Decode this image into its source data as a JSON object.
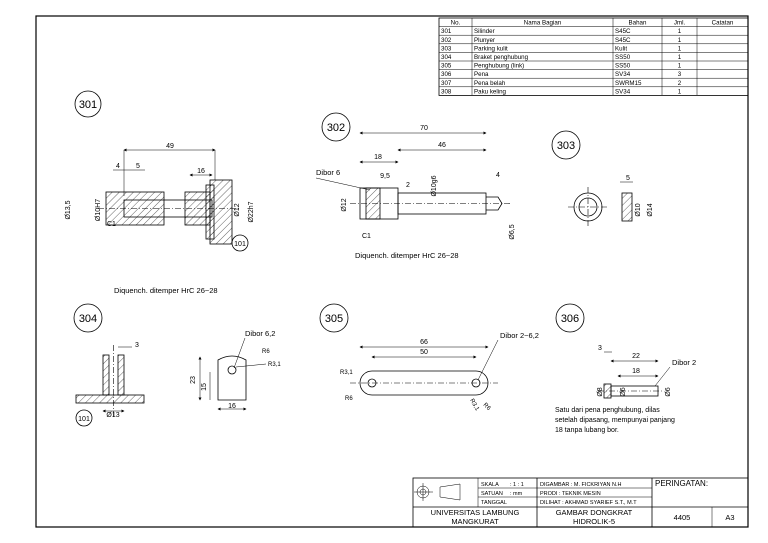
{
  "parts_table": {
    "headers": [
      "No.",
      "Nama Bagian",
      "Bahan",
      "Jml.",
      "Catatan"
    ],
    "rows": [
      [
        "301",
        "Silinder",
        "S45C",
        "1",
        ""
      ],
      [
        "302",
        "Plunyer",
        "S45C",
        "1",
        ""
      ],
      [
        "303",
        "Parking kulit",
        "Kulit",
        "1",
        ""
      ],
      [
        "304",
        "Braket penghubung",
        "SS50",
        "1",
        ""
      ],
      [
        "305",
        "Penghubung (link)",
        "SS50",
        "1",
        ""
      ],
      [
        "306",
        "Pena",
        "SV34",
        "3",
        ""
      ],
      [
        "307",
        "Pena belah",
        "SWRM15",
        "2",
        ""
      ],
      [
        "308",
        "Paku keling",
        "SV34",
        "1",
        ""
      ]
    ]
  },
  "views": {
    "v301": {
      "label": "301",
      "dims": [
        "49",
        "4",
        "5",
        "16",
        "Ø13,5",
        "Ø10H7",
        "Ø12",
        "Ø22h7",
        "C1",
        "101"
      ],
      "note": "Diquench. ditemper HrC 26~28"
    },
    "v302": {
      "label": "302",
      "dims": [
        "70",
        "18",
        "46",
        "9,5",
        "2",
        "4",
        "Ø10g6",
        "Ø12",
        "Ø6,5",
        "C1"
      ],
      "callout": "Dibor 6",
      "note": "Diquench. ditemper HrC 26~28"
    },
    "v303": {
      "label": "303",
      "dims": [
        "5",
        "Ø10",
        "Ø14"
      ]
    },
    "v304": {
      "label": "304",
      "dims": [
        "3",
        "Ø13",
        "101",
        "23",
        "15",
        "16",
        "R6",
        "R3,1"
      ],
      "callout": "Dibor 6,2"
    },
    "v305": {
      "label": "305",
      "dims": [
        "66",
        "50",
        "R3,1",
        "R6",
        "R6",
        "R3,1"
      ],
      "callout": "Dibor 2~6,2"
    },
    "v306": {
      "label": "306",
      "dims": [
        "3",
        "22",
        "18",
        "Ø8",
        "Ø6",
        "Ø6"
      ],
      "callout": "Dibor 2",
      "note_lines": [
        "Satu dari pena penghubung, dilas",
        "setelah dipasang, mempunyai panjang",
        "18 tanpa lubang bor."
      ]
    }
  },
  "title_block": {
    "skala_label": "SKALA",
    "skala_value": ": 1 : 1",
    "satuan_label": "SATUAN",
    "satuan_value": ": mm",
    "tanggal_label": "TANGGAL",
    "digambar": "DIGAMBAR : M. FICKRIYAN N.H",
    "prodi": "PRODI : TEKNIK MESIN",
    "dilihat": "DILIHAT : AKHMAD SYARIEF S.T., M.T",
    "peringatan": "PERINGATAN:",
    "univ_line1": "UNIVERSITAS LAMBUNG",
    "univ_line2": "MANGKURAT",
    "drawing_line1": "GAMBAR DONGKRAT",
    "drawing_line2": "HIDROLIK-5",
    "number": "4405",
    "size": "A3"
  }
}
